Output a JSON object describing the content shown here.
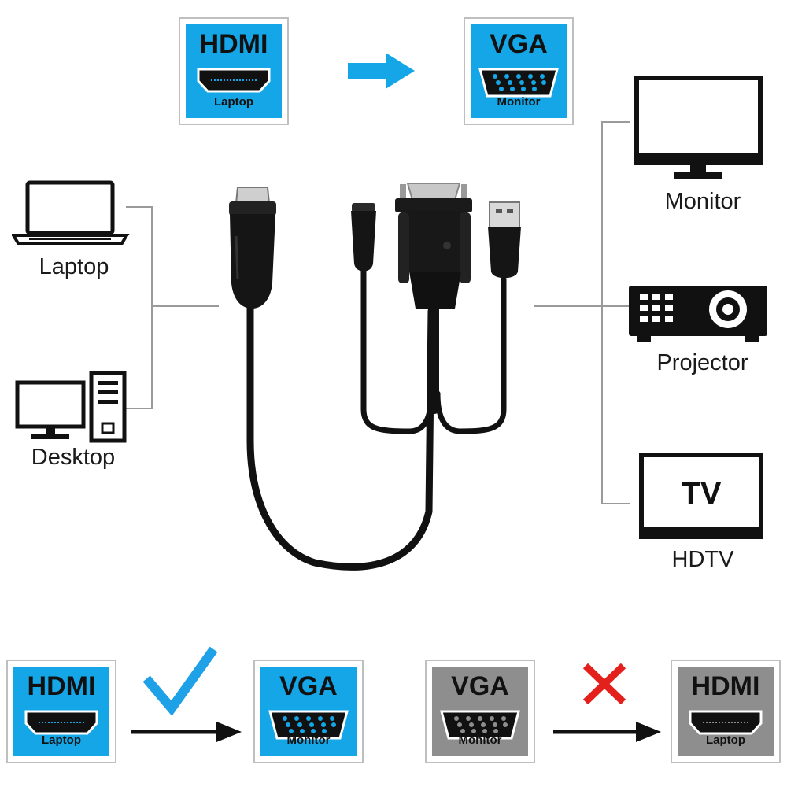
{
  "top": {
    "source": {
      "title": "HDMI",
      "sub": "Laptop"
    },
    "target": {
      "title": "VGA",
      "sub": "Monitor"
    }
  },
  "inputs": [
    {
      "label": "Laptop",
      "icon": "laptop-icon"
    },
    {
      "label": "Desktop",
      "icon": "desktop-icon"
    }
  ],
  "outputs": [
    {
      "label": "Monitor",
      "icon": "monitor-icon"
    },
    {
      "label": "Projector",
      "icon": "projector-icon"
    },
    {
      "label": "HDTV",
      "icon": "tv-icon",
      "screen_text": "TV"
    }
  ],
  "bottom": {
    "supported": {
      "source": {
        "title": "HDMI",
        "sub": "Laptop"
      },
      "target": {
        "title": "VGA",
        "sub": "Monitor"
      },
      "mark": "check-icon"
    },
    "unsupported": {
      "source": {
        "title": "VGA",
        "sub": "Monitor"
      },
      "target": {
        "title": "HDMI",
        "sub": "Laptop"
      },
      "mark": "cross-icon"
    }
  },
  "colors": {
    "accent_blue": "#14a6e6",
    "disabled_grey": "#8e8e8e",
    "check_blue": "#1ea1e6",
    "cross_red": "#e3201b",
    "line_grey": "#9a9a9a"
  }
}
